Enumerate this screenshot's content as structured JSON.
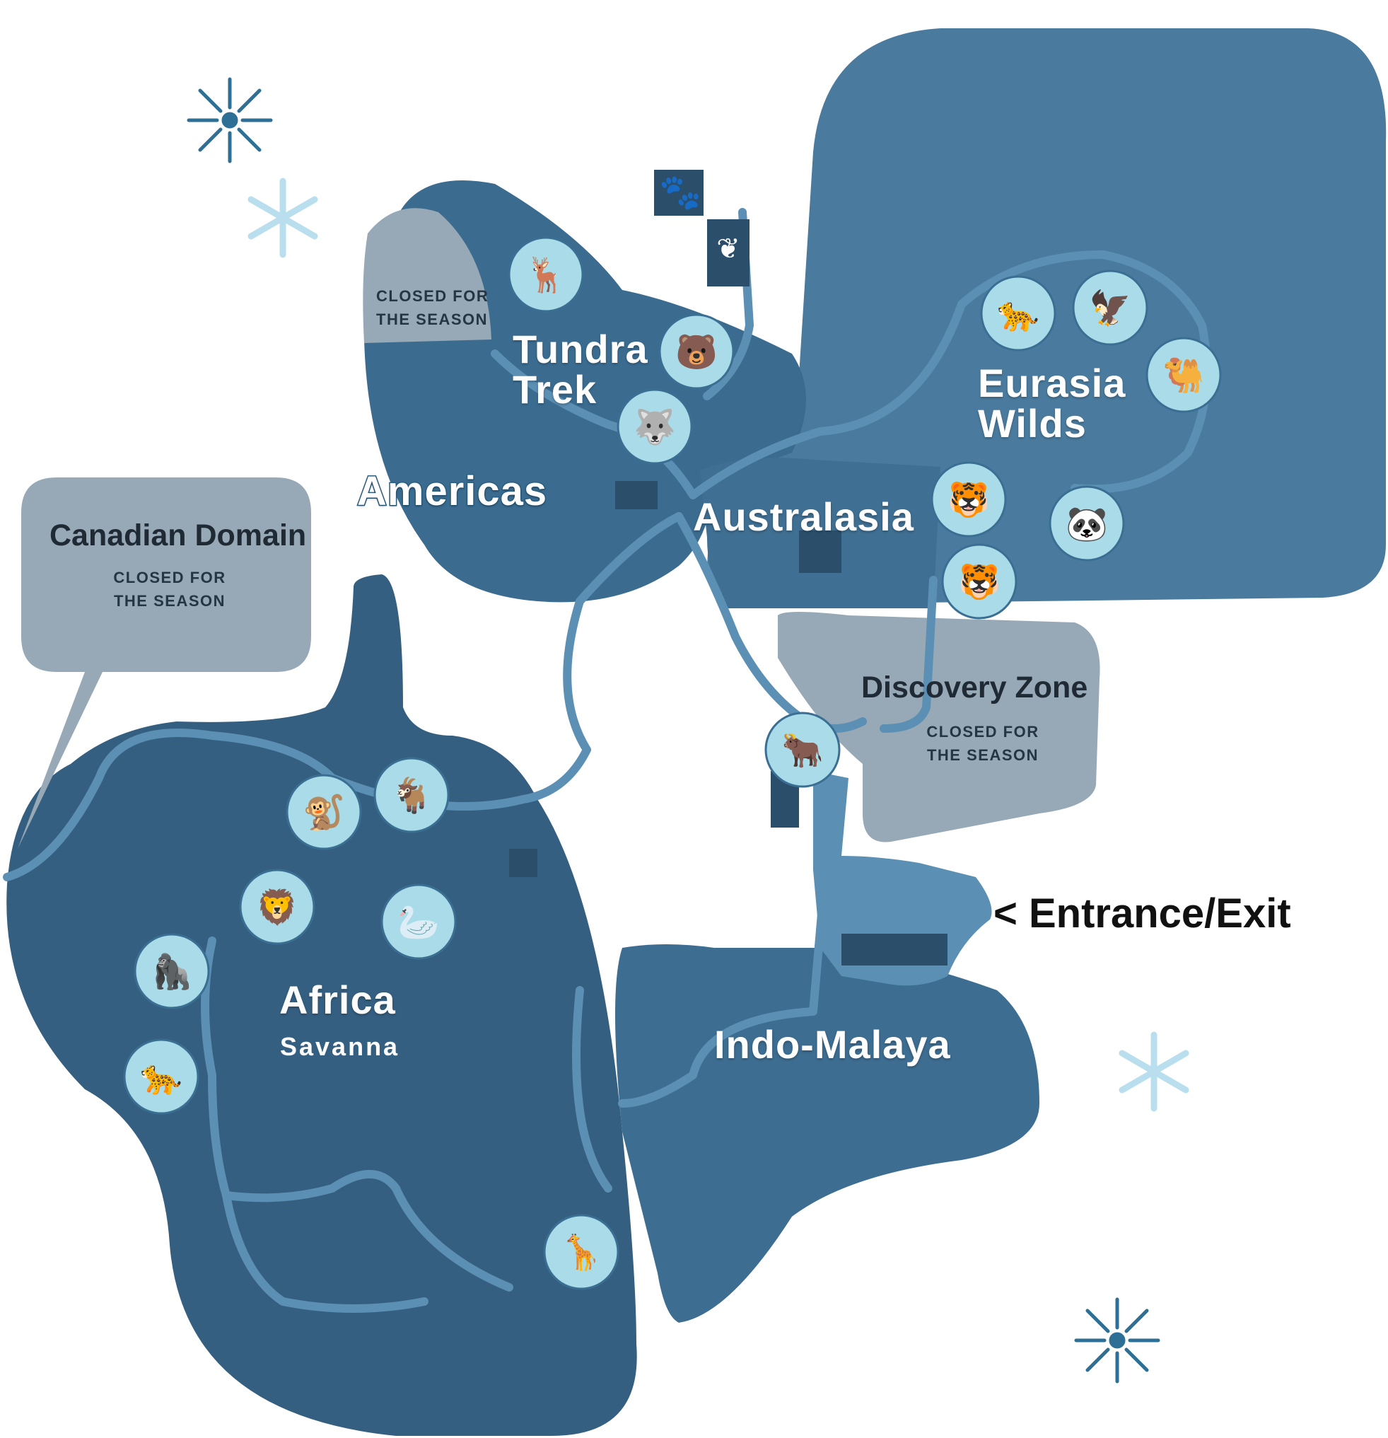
{
  "zones": {
    "tundra": "Tundra\nTrek",
    "americas": "Americas",
    "australasia": "Australasia",
    "eurasia": "Eurasia\nWilds",
    "africa": "Africa",
    "africa_sub": "Savanna",
    "indo_malaya": "Indo-Malaya",
    "discovery": "Discovery Zone",
    "canadian": "Canadian Domain"
  },
  "closed_notices": {
    "tundra_corner": "CLOSED FOR\nTHE SEASON",
    "canadian": "CLOSED FOR\nTHE SEASON",
    "discovery": "CLOSED FOR\nTHE SEASON"
  },
  "entrance": "< Entrance/Exit",
  "colors": {
    "zone_fill": "#3f6f92",
    "zone_fill_dark": "#355f80",
    "eurasia_fill": "#4a7b9e",
    "closed_fill": "#97a9b6",
    "path": "#5b8fb3",
    "icon_circle": "#a9dbe8",
    "snowflake_dark": "#2e6f95",
    "snowflake_light": "#b9dfee"
  },
  "icons": [
    "reindeer-icon",
    "polar-bear-icon",
    "wolf-icon",
    "snow-leopard-icon",
    "eagle-icon",
    "camel-icon",
    "tiger-icon",
    "red-panda-icon",
    "tiger-icon",
    "yak-icon",
    "lemur-icon",
    "antelope-icon",
    "lion-icon",
    "vulture-icon",
    "gorilla-icon",
    "cheetah-icon",
    "giraffe-icon",
    "hospital-paw-icon",
    "plant-icon"
  ]
}
